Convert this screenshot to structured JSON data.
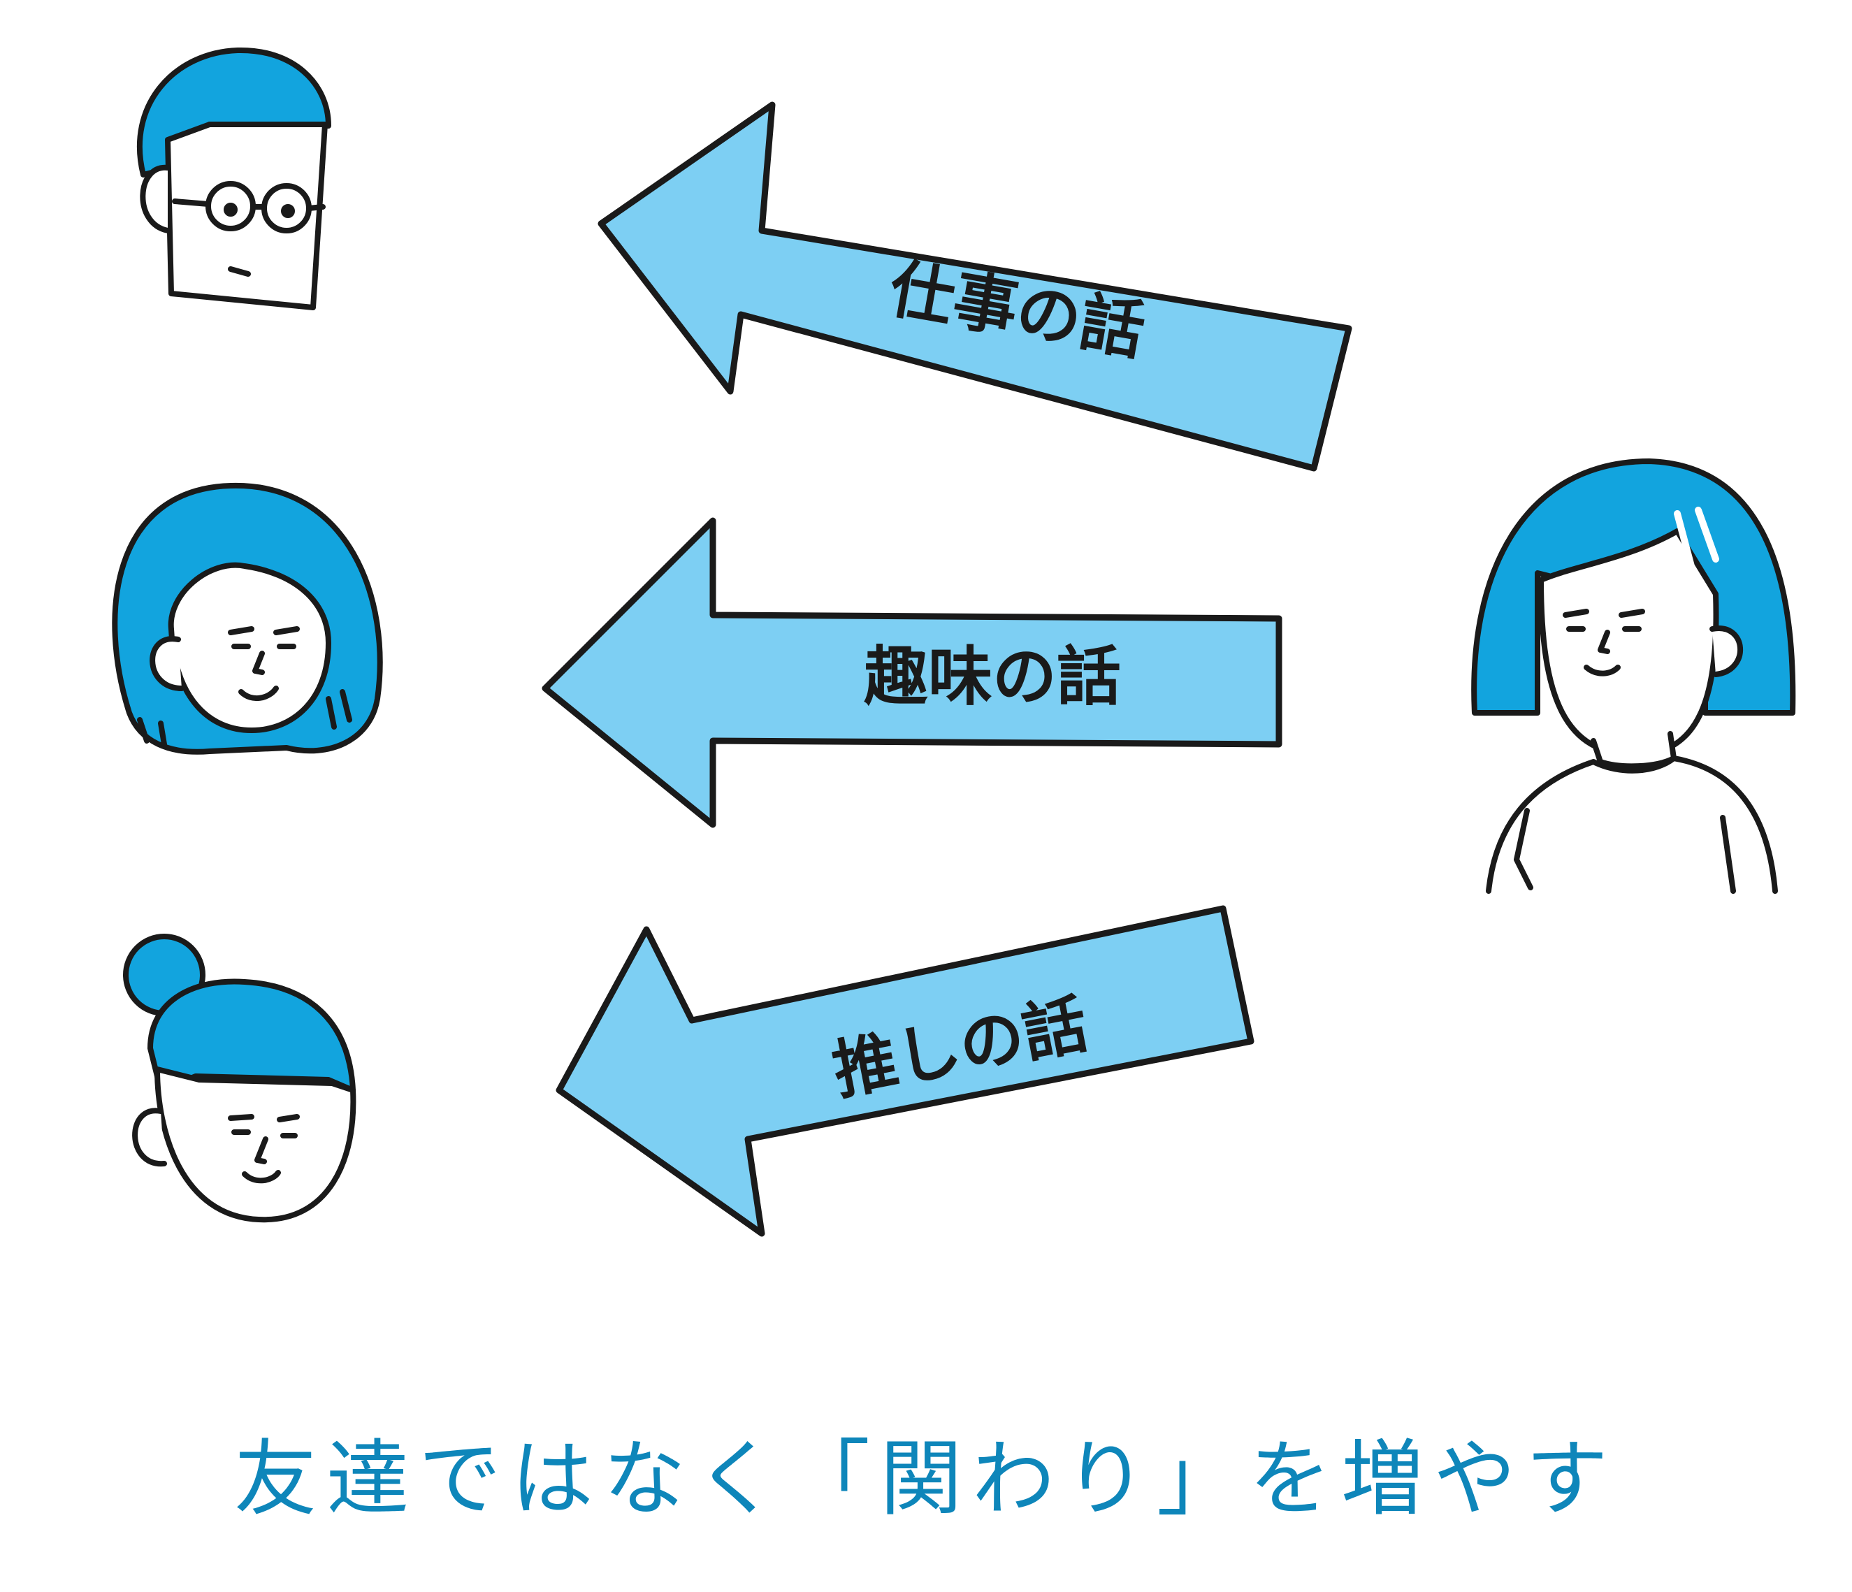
{
  "arrows": [
    {
      "label": "仕事の話"
    },
    {
      "label": "趣味の話"
    },
    {
      "label": "推しの話"
    }
  ],
  "caption": "友達ではなく「関わり」を増やす",
  "colors": {
    "hair": "#12a4de",
    "arrow_fill": "#7dcff3",
    "outline": "#1a1a1a",
    "caption": "#0e86ba"
  }
}
